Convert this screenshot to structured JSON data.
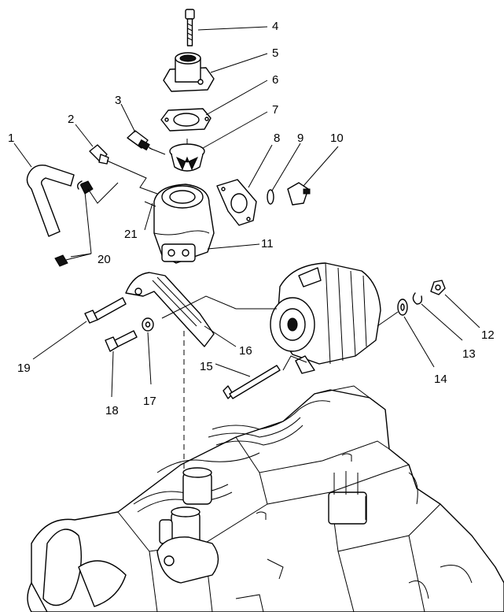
{
  "callouts": {
    "n1": "1",
    "n2": "2",
    "n3": "3",
    "n4": "4",
    "n5": "5",
    "n6": "6",
    "n7": "7",
    "n8": "8",
    "n9": "9",
    "n10": "10",
    "n11": "11",
    "n12": "12",
    "n13": "13",
    "n14": "14",
    "n15": "15",
    "n16": "16",
    "n17": "17",
    "n18": "18",
    "n19": "19",
    "n20": "20",
    "n21": "21"
  }
}
